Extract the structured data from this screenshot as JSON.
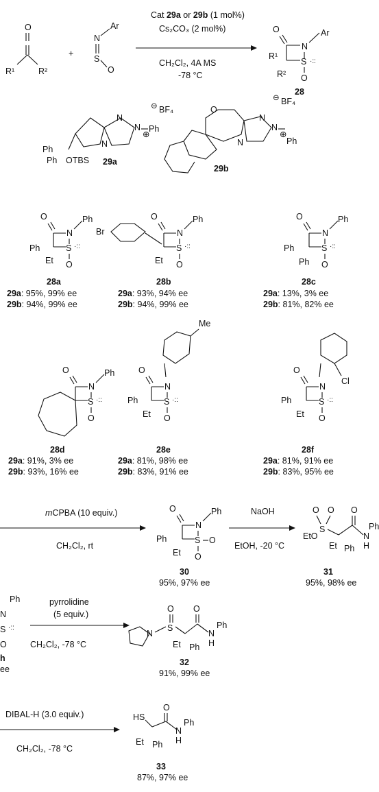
{
  "main_reaction": {
    "cond_top1_a": "Cat ",
    "cond_top1_b": "29a",
    "cond_top1_c": " or ",
    "cond_top1_d": "29b",
    "cond_top1_e": " (1 mol%)",
    "cond_top2": "Cs₂CO₃ (2 mol%)",
    "cond_bot1": "CH₂Cl₂, 4A MS",
    "cond_bot2": "-78 °C",
    "plus": "+",
    "product_label": "28",
    "ketene_labels": [
      "O",
      "R¹",
      "R²"
    ],
    "sulfinyl_labels": [
      "N",
      "Ar",
      "S",
      "O"
    ],
    "product_atoms": [
      "O",
      "N",
      "Ar",
      "R¹",
      "R²",
      "S",
      "O"
    ]
  },
  "catalysts": [
    {
      "label": "29a",
      "counterion": "BF₄",
      "charge": "⊖",
      "plus": "⊕",
      "atoms": [
        "N",
        "N",
        "N",
        "Ph",
        "Ph",
        "Ph",
        "OTBS"
      ]
    },
    {
      "label": "29b",
      "counterion": "BF₄",
      "charge": "⊖",
      "plus": "⊕",
      "atoms": [
        "O",
        "N",
        "N",
        "N",
        "Ph"
      ]
    }
  ],
  "products": [
    {
      "label": "28a",
      "subs": [
        "Ph",
        "Et"
      ],
      "aryl": "Ph",
      "yields": [
        "29a",
        ": 95%, 99% ee",
        "29b",
        ": 94%, 99% ee"
      ]
    },
    {
      "label": "28b",
      "subs": [
        "Br",
        "Et"
      ],
      "aryl": "Ph",
      "yields": [
        "29a",
        ": 93%, 94% ee",
        "29b",
        ": 94%, 99% ee"
      ]
    },
    {
      "label": "28c",
      "subs": [
        "Ph",
        "Ph"
      ],
      "aryl": "Ph",
      "yields": [
        "29a",
        ": 13%, 3% ee",
        "29b",
        ": 81%, 82% ee"
      ]
    },
    {
      "label": "28d",
      "subs": [],
      "aryl": "Ph",
      "yields": [
        "29a",
        ": 91%, 3% ee",
        "29b",
        ": 93%, 16% ee"
      ]
    },
    {
      "label": "28e",
      "subs": [
        "Ph",
        "Et",
        "Me"
      ],
      "aryl": "",
      "yields": [
        "29a",
        ": 81%, 98% ee",
        "29b",
        ": 83%, 91% ee"
      ]
    },
    {
      "label": "28f",
      "subs": [
        "Ph",
        "Et",
        "Cl"
      ],
      "aryl": "",
      "yields": [
        "29a",
        ": 81%, 91% ee",
        "29b",
        ": 83%, 95% ee"
      ]
    }
  ],
  "ring_atoms": [
    "O",
    "N",
    "S",
    "O"
  ],
  "ox_reaction": {
    "reagent_a": "m",
    "reagent_b": "CPBA (10 equiv.)",
    "solvent": "CH₂Cl₂, rt",
    "label": "30",
    "yield": "95%, 97% ee",
    "atoms": [
      "O",
      "N",
      "Ph",
      "Ph",
      "Et",
      "S",
      "O",
      "O"
    ]
  },
  "naoh_reaction": {
    "reagent": "NaOH",
    "solvent": "EtOH, -20 °C",
    "label": "31",
    "yield": "95%, 98% ee",
    "atoms": [
      "O",
      "O",
      "O",
      "EtO",
      "S",
      "Et",
      "Ph",
      "N",
      "H",
      "Ph"
    ]
  },
  "pyr_reaction": {
    "reagent1": "pyrrolidine",
    "reagent2": "(5 equiv.)",
    "solvent": "CH₂Cl₂, -78 °C",
    "label": "32",
    "yield": "91%, 99% ee",
    "atoms": [
      "O",
      "O",
      "N",
      "S",
      "Et",
      "Ph",
      "N",
      "H",
      "Ph"
    ],
    "partial": [
      "Ph",
      "N",
      "S",
      "O",
      "h",
      "ee"
    ]
  },
  "dibal_reaction": {
    "reagent": "DIBAL-H (3.0 equiv.)",
    "solvent": "CH₂Cl₂, -78 °C",
    "label": "33",
    "yield": "87%, 97% ee",
    "atoms": [
      "HS",
      "O",
      "Et",
      "Ph",
      "N",
      "H",
      "Ph"
    ]
  }
}
